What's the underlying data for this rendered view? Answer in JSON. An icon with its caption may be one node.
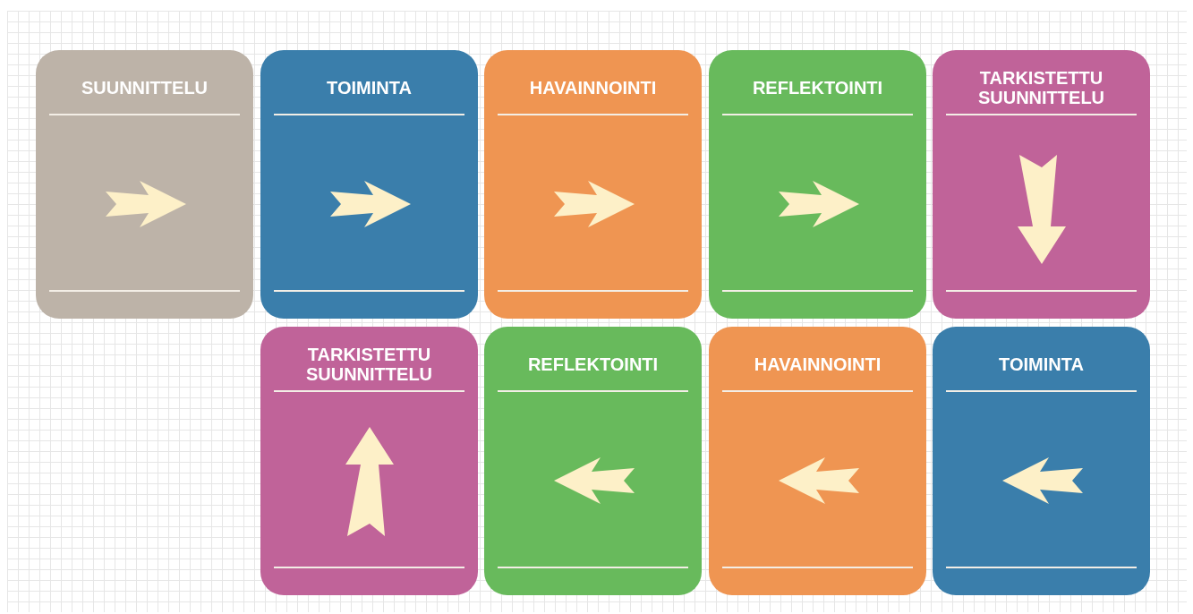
{
  "diagram": {
    "nodes": [
      {
        "text": [
          "SUUNNITTELU"
        ]
      },
      {
        "text": [
          "TOIMINTA"
        ]
      },
      {
        "text": [
          "HAVAINNOINTI"
        ]
      },
      {
        "text": [
          "REFLEKTOINTI"
        ]
      },
      {
        "text": [
          "TARKISTETTU SUUNNITTELU"
        ]
      },
      {
        "text": [
          "TARKISTETTU SUUNNITTELU"
        ]
      },
      {
        "text": [
          "REFLEKTOINTI"
        ]
      },
      {
        "text": [
          "HAVAINNOINTI"
        ]
      },
      {
        "text": [
          "TOIMINTA"
        ]
      }
    ]
  }
}
